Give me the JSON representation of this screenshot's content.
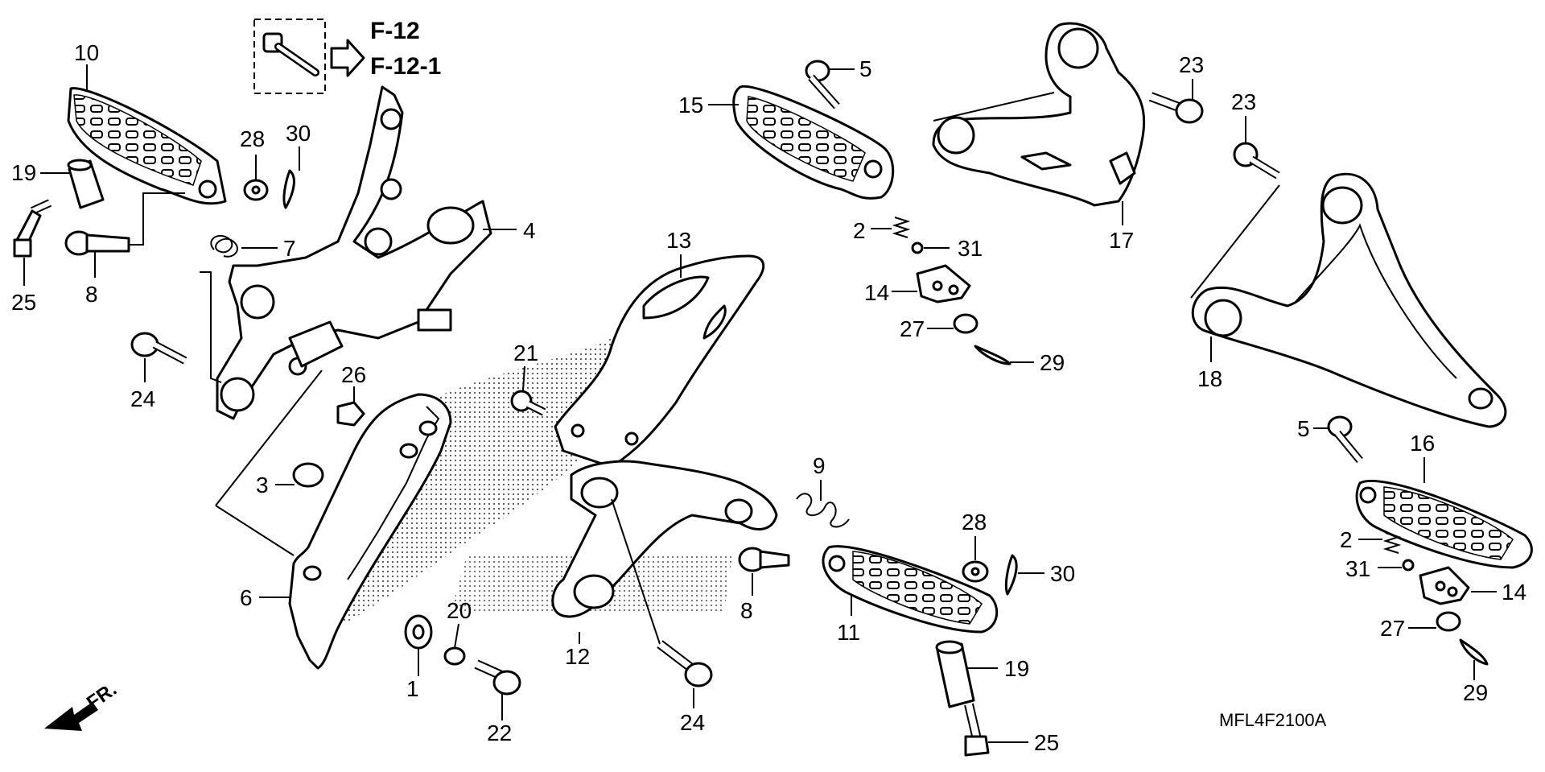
{
  "diagram": {
    "reference_labels": [
      "F-12",
      "F-12-1"
    ],
    "front_indicator": "FR.",
    "drawing_code": "MFL4F2100A",
    "callouts": [
      "10",
      "19",
      "25",
      "8",
      "28",
      "30",
      "7",
      "4",
      "24",
      "26",
      "3",
      "6",
      "1",
      "20",
      "22",
      "21",
      "13",
      "12",
      "24",
      "9",
      "8",
      "5",
      "15",
      "2",
      "31",
      "14",
      "27",
      "29",
      "17",
      "23",
      "23",
      "18",
      "5",
      "16",
      "2",
      "31",
      "14",
      "27",
      "29",
      "11",
      "28",
      "30",
      "19",
      "25"
    ]
  }
}
